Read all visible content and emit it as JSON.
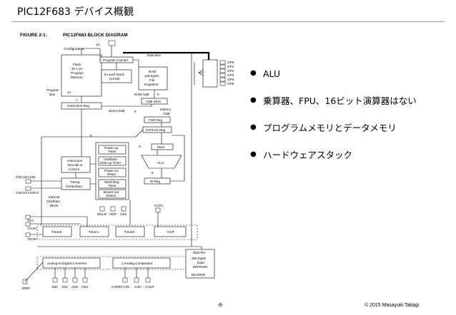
{
  "slide": {
    "title": "PIC12F683 デバイス概観",
    "figure_number": "FIGURE 2-1:",
    "figure_title": "PIC12F683 BLOCK DIAGRAM",
    "bullets": [
      "ALU",
      "乗算器、FPU、16ビット演算器はない",
      "プログラムメモリとデータメモリ",
      "ハードウェアスタック"
    ],
    "bullet_icon": "filled-circle",
    "page_number": "-8-",
    "copyright": "© 2015 Masayuki Takagi"
  },
  "diagram": {
    "configuration": "Configuration",
    "flash": [
      "Flash",
      "2k x 14",
      "Program",
      "Memory"
    ],
    "program_bus": [
      "Program",
      "Bus"
    ],
    "program_counter": "Program Counter",
    "stack": [
      "8-Level Stack",
      "(13-bit)"
    ],
    "ram": [
      "RAM",
      "128 bytes",
      "File",
      "Registers"
    ],
    "data_bus": "Data Bus",
    "ram_addr": "RAM Addr",
    "addr_mux": "Addr MUX",
    "instruction_reg": "Instruction Reg",
    "direct_addr": "Direct Addr",
    "indirect_addr": [
      "Indirect",
      "Addr"
    ],
    "fsr_reg": "FSR Reg",
    "status_reg": "STATUS Reg",
    "mux": "MUX",
    "alu": "ALU",
    "w_reg": "W Reg",
    "decode": [
      "Instruction",
      "Decode &",
      "Control"
    ],
    "timing": [
      "Timing",
      "Generation"
    ],
    "osc_internal": [
      "Internal",
      "Oscillator",
      "Block"
    ],
    "timers_box": [
      "Power-up",
      "Timer",
      "Oscillator",
      "Start-up Timer",
      "Power-on",
      "Reset",
      "Watchdog",
      "Timer",
      "Brown-out",
      "Detect"
    ],
    "mclr": "MCLR",
    "vdd": "VDD",
    "vss": "VSS",
    "osc1": "OSC1/CLKIN",
    "osc2": "OSC2/CLKOUT",
    "t1g": "T1G",
    "t1cki": "T1CKI",
    "t0cki": "T0CKI",
    "ccp1": "CCP1",
    "timer0": "Timer0",
    "timer1": "Timer1",
    "timer2": "Timer2",
    "ccp": "CCP",
    "adc": "Analog-to-Digital Converter",
    "comparator": "1 Analog Comparator",
    "eeprom": [
      "EEDATA",
      "256 bytes",
      "Data",
      "EEPROM",
      "EEADDR"
    ],
    "an_pins": [
      "AN0",
      "AN1",
      "AN2",
      "AN3"
    ],
    "vref": "VREF",
    "cmp_pins": [
      "CIN-",
      "CIN+",
      "COUT"
    ],
    "cvref": "CVREF",
    "gpio": [
      "GP0",
      "GP1",
      "GP2",
      "GP3",
      "GP4",
      "GP5"
    ],
    "bus_widths": {
      "pc": "13",
      "pb": "14",
      "ir": "7",
      "status": "8",
      "fsr": "8",
      "alu": "8",
      "ram_addr": "9",
      "mux": "3"
    }
  }
}
